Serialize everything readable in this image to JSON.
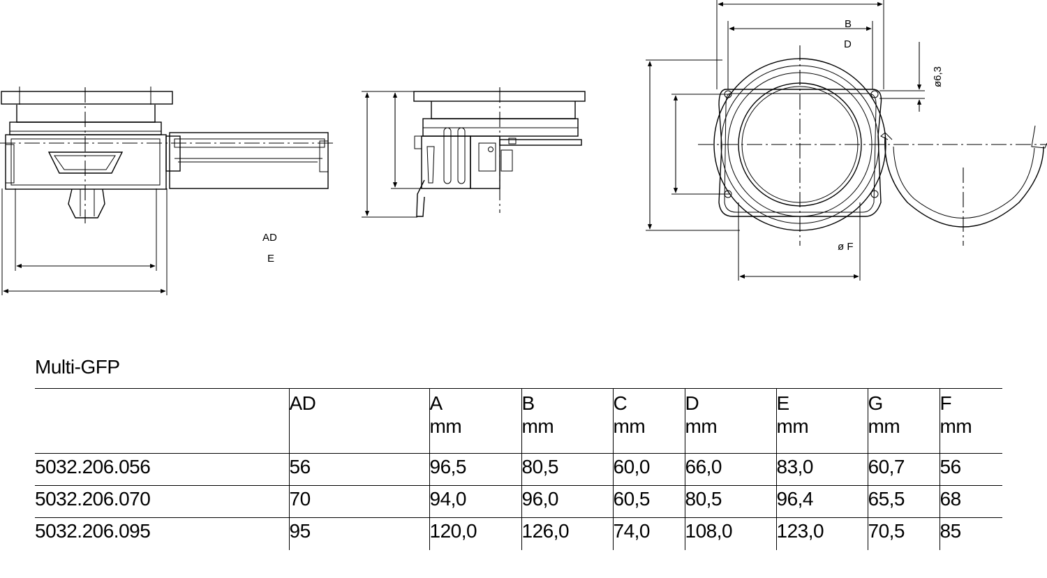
{
  "drawing": {
    "front_view_labels": {
      "ad": "AD",
      "e": "E"
    },
    "top_view_labels": {
      "b": "B",
      "d": "D",
      "hole": "ø6,3",
      "f": "ø F"
    }
  },
  "product_title": "Multi-GFP",
  "table": {
    "columns": [
      {
        "name": "",
        "unit": ""
      },
      {
        "name": "AD",
        "unit": ""
      },
      {
        "name": "A",
        "unit": "mm"
      },
      {
        "name": "B",
        "unit": "mm"
      },
      {
        "name": "C",
        "unit": "mm"
      },
      {
        "name": "D",
        "unit": "mm"
      },
      {
        "name": "E",
        "unit": "mm"
      },
      {
        "name": "G",
        "unit": "mm"
      },
      {
        "name": "F",
        "unit": "mm"
      }
    ],
    "rows": [
      [
        "5032.206.056",
        "56",
        "96,5",
        "80,5",
        "60,0",
        "66,0",
        "83,0",
        "60,7",
        "56"
      ],
      [
        "5032.206.070",
        "70",
        "94,0",
        "96,0",
        "60,5",
        "80,5",
        "96,4",
        "65,5",
        "68"
      ],
      [
        "5032.206.095",
        "95",
        "120,0",
        "126,0",
        "74,0",
        "108,0",
        "123,0",
        "70,5",
        "85"
      ]
    ]
  }
}
